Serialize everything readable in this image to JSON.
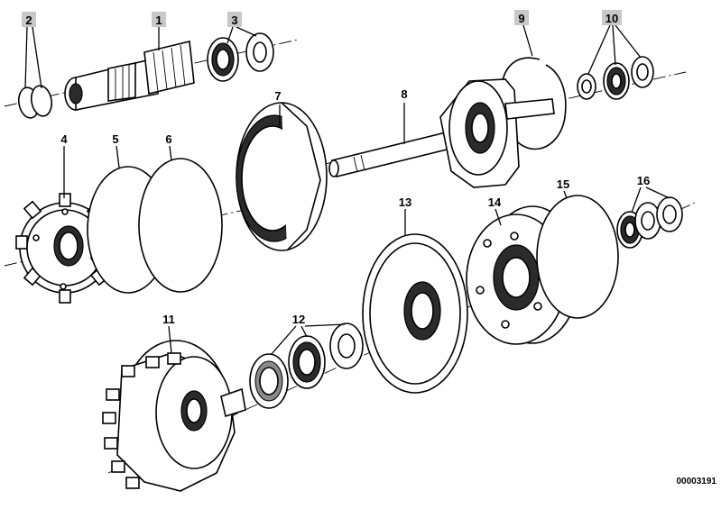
{
  "diagram": {
    "reference_number": "00003191",
    "callouts": [
      {
        "id": "c2",
        "label": "2",
        "boxed": true
      },
      {
        "id": "c1",
        "label": "1",
        "boxed": true
      },
      {
        "id": "c3",
        "label": "3",
        "boxed": true
      },
      {
        "id": "c9",
        "label": "9",
        "boxed": true
      },
      {
        "id": "c10",
        "label": "10",
        "boxed": true
      },
      {
        "id": "c7",
        "label": "7",
        "boxed": false
      },
      {
        "id": "c8",
        "label": "8",
        "boxed": false
      },
      {
        "id": "c4",
        "label": "4",
        "boxed": false
      },
      {
        "id": "c5",
        "label": "5",
        "boxed": false
      },
      {
        "id": "c6",
        "label": "6",
        "boxed": false
      },
      {
        "id": "c13",
        "label": "13",
        "boxed": false
      },
      {
        "id": "c14",
        "label": "14",
        "boxed": false
      },
      {
        "id": "c15",
        "label": "15",
        "boxed": false
      },
      {
        "id": "c16",
        "label": "16",
        "boxed": false
      },
      {
        "id": "c11",
        "label": "11",
        "boxed": false
      },
      {
        "id": "c12",
        "label": "12",
        "boxed": false
      }
    ]
  }
}
